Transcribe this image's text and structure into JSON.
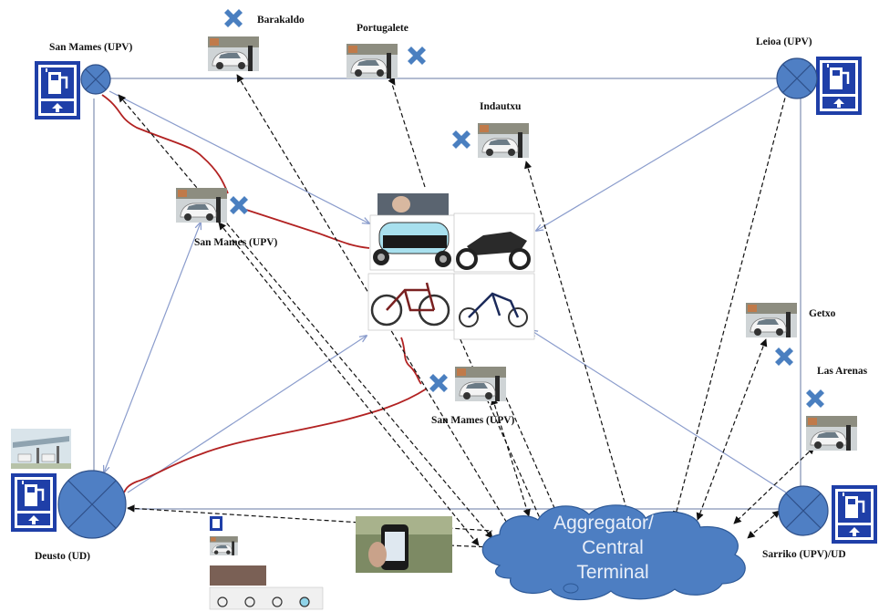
{
  "labels": {
    "san_mames_top": "San Mames (UPV)",
    "leioa": "Leioa (UPV)",
    "deusto": "Deusto (UD)",
    "sarriko": "Sarriko (UPV)/UD",
    "barakaldo": "Barakaldo",
    "portugalete": "Portugalete",
    "indautxu": "Indautxu",
    "san_mames_mid": "San Mames (UPV)",
    "san_mames_low": "San Mames (UPV)",
    "getxo": "Getxo",
    "las_arenas": "Las Arenas"
  },
  "cloud": {
    "line1": "Aggregator/",
    "line2": "Central",
    "line3": "Terminal"
  },
  "icons": {
    "charging_station": "ev-charging-station-icon",
    "node": "network-node-icon",
    "unavailable": "unavailable-x-icon",
    "parked_car": "parked-electric-car-photo"
  },
  "colors": {
    "station_blue": "#1f3fa8",
    "node_blue": "#4f7fc4",
    "x_blue": "#4a7fc0",
    "cloud_blue": "#4d7ec2",
    "route_red": "#b22222",
    "solid_link": "#8a9ccc",
    "dashed_link": "#111111"
  }
}
